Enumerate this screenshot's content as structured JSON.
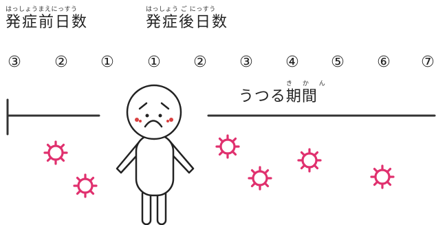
{
  "headings": {
    "pre": {
      "ruby": "はっしょうまえにっすう",
      "text": "発症前日数"
    },
    "post": {
      "ruby": "はっしょう ご にっすう",
      "text": "発症後日数"
    }
  },
  "days": {
    "before": [
      "③",
      "②",
      "①"
    ],
    "after": [
      "①",
      "②",
      "③",
      "④",
      "⑤",
      "⑥",
      "⑦"
    ]
  },
  "period": {
    "ruby": "き か ん",
    "text": "うつる期間"
  },
  "colors": {
    "virus": "#e0306e",
    "line": "#333333",
    "blush": "#d94040"
  }
}
